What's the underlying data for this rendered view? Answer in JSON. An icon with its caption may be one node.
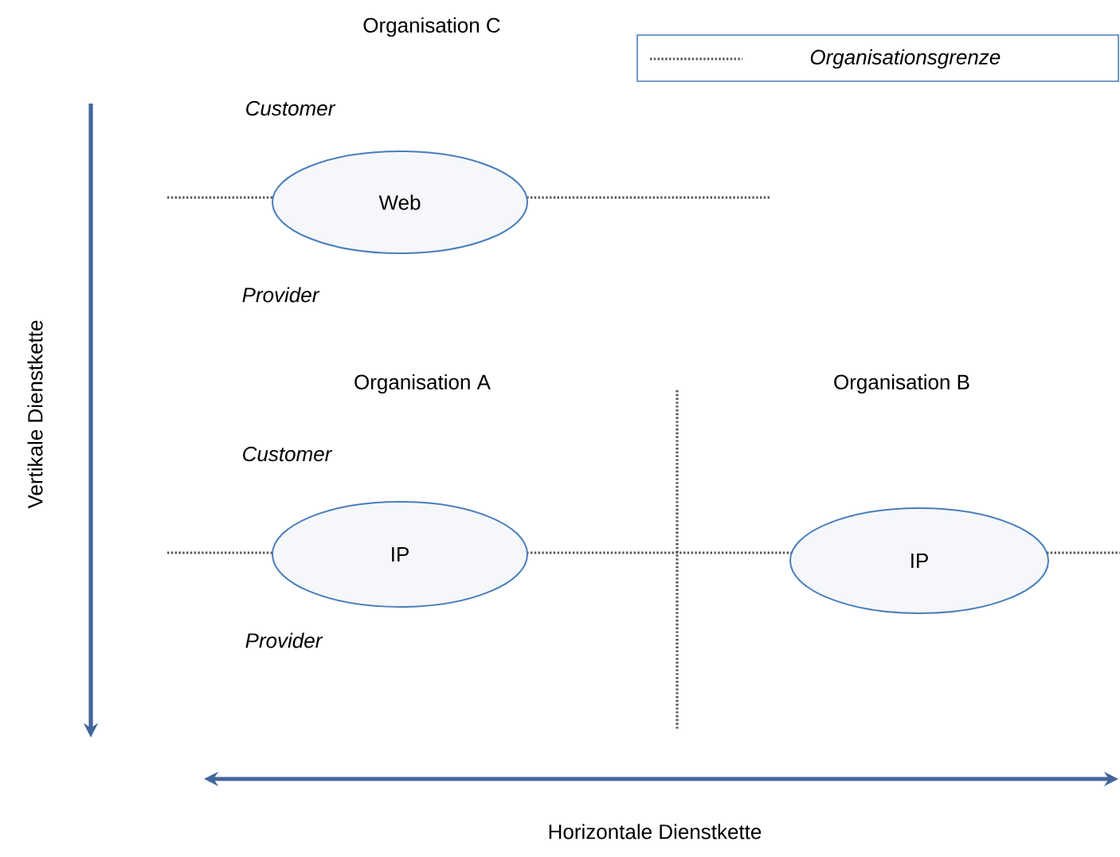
{
  "diagram": {
    "nodes": [
      {
        "text": [
          "Web"
        ]
      },
      {
        "text": [
          "IP"
        ]
      },
      {
        "text": [
          "IP"
        ]
      }
    ],
    "labels": [
      "Organisation C",
      "Customer",
      "Provider",
      "Organisation A",
      "Organisation B",
      "Customer",
      "Provider",
      "Vertikale Dienstkette",
      "Horizontale Dienstkette"
    ],
    "legend": [
      {
        "text": "Organisationsgrenze"
      }
    ]
  }
}
